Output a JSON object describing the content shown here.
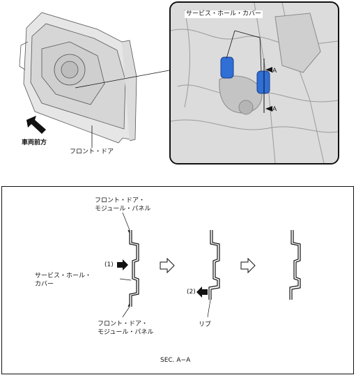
{
  "top": {
    "service_hole_cover": "サービス・ホール・カバー",
    "marker_a_1": "A",
    "marker_a_2": "A",
    "vehicle_front": "車両前方",
    "front_door": "フロント・ドア"
  },
  "section": {
    "top_panel_label_1": "フロント・ドア・",
    "top_panel_label_2": "モジュール・パネル",
    "cover_label_1": "サービス・ホール・",
    "cover_label_2": "カバー",
    "step1": "(1)",
    "step2": "(2)",
    "bottom_panel_label_1": "フロント・ドア・",
    "bottom_panel_label_2": "モジュール・パネル",
    "rib": "リブ",
    "sec_caption": "SEC. A−A"
  },
  "colors": {
    "cover_blue": "#2f6fd6",
    "arrow_black": "#111111"
  }
}
